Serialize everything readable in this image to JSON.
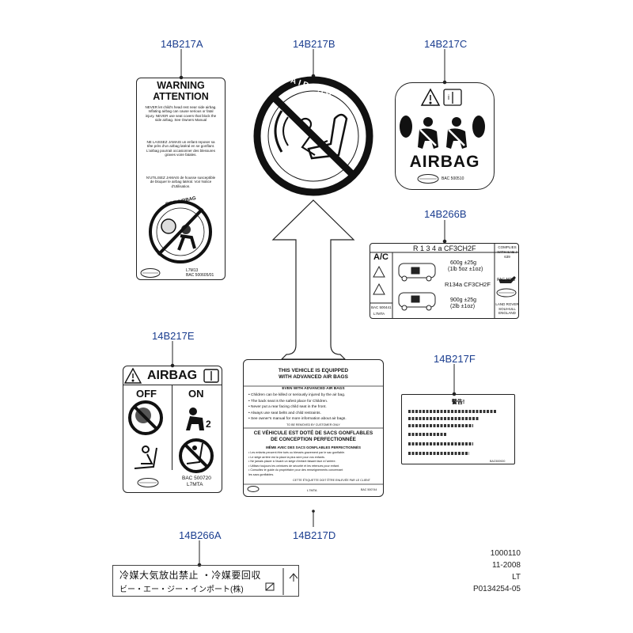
{
  "callouts": {
    "c1": "14B217A",
    "c2": "14B217B",
    "c3": "14B217C",
    "c4": "14B266B",
    "c5": "14B217E",
    "c6": "14B217F",
    "c7": "14B266A",
    "c8": "14B217D"
  },
  "label_a": {
    "title1": "WARNING",
    "title2": "ATTENTION",
    "en": "NEVER let child's head rest near side airbag. Inflating airbag can cause serious or fatal injury. NEVER use seat covers that block the side airbag.  See Owners Manual",
    "fr1": "NE LAISSEZ JAMAIS un enfant reposer sa tête près d'un airbag latéral en se gonflant. L'airbag pourrait occasionner des blessures graves voire fatales.",
    "fr2": "N'UTILISEZ JAMAIS de housse susceptible de bloquer le airbag latéral. Voir Notice d'Utilisation.",
    "ring_text": "SIDE AIRBAG",
    "code1": "L7M13",
    "code2": "BAC 500605/01"
  },
  "label_b": {
    "ring_text": "AIRBAG"
  },
  "label_c": {
    "title": "AIRBAG",
    "code": "BAC 500510"
  },
  "label_266b": {
    "ac": "A/C",
    "refrigerant": "R 1 3 4 a  CF3CH2F",
    "refrigerant2": "R134a  CF3CH2F",
    "amount1a": "600g  ±25g",
    "amount1b": "(1lb  5oz ±1oz)",
    "amount2a": "900g  ±25g",
    "amount2b": "(2lb     ±1oz)",
    "complies": "COMPLIES WITH SAE J 639",
    "pag": "PAG ND 8",
    "maker": "LAND ROVER SOLIHULL ENGLAND",
    "code": "BAC 500441",
    "model": "L7MTA"
  },
  "label_e": {
    "title": "AIRBAG",
    "off": "OFF",
    "on": "ON",
    "two": "2",
    "code1": "BAC  500720",
    "code2": "L7MTA"
  },
  "label_d": {
    "h1": "THIS VEHICLE IS EQUIPPED",
    "h2": "WITH ADVANCED AIR BAGS",
    "sub": "EVEN WITH ADVANCED AIR BAGS",
    "b1": "•  Children can be killed or seriously injured by the  air bag.",
    "b2": "•  The back seat is the safest place for Children.",
    "b3": "•  Never put a rear facing child seat in the front.",
    "b4": "•  Always use seat belts and child restraints.",
    "b5": "•  See owner's manual for more information about air bags.",
    "removed": "TO BE REMOVED BY CUSTOMER ONLY",
    "fh1": "CE VÉHICULE EST DOTÉ DE SACS GONFLABLES",
    "fh2": "DE CONCEPTION PERFECTIONNÉE",
    "fsub": "MÊME AVEC DES SACS GONFLABLES PERFECTIONNÉS",
    "f1": "• Les enfants peuvent être tués ou blessés gravement par le sac gonflable.",
    "f2": "• Le siège arrière est la place la plus sûre pour vos enfants.",
    "f3": "• Ne jamais placer à l'avant un siège d'enfant faisant face à l'arrière.",
    "f4": "• Utilisez toujours les ceintures de sécurité et les retenues pour enfant.",
    "f5": "• Consultez le guide du propriétaire pour des renseignements concernant",
    "f6": "   les sacs gonflables.",
    "fremoved": "CETTE ÉTIQUETTE DOIT ÊTRE ENLEVÉE PAR LE CLIENT",
    "model": "L7MTA",
    "code": "BAC 500744"
  },
  "label_f": {
    "title": "警告!",
    "code": "BAC500920"
  },
  "label_266a": {
    "line1": "冷媒大気放出禁止 ・冷媒要回収",
    "line2": "ビー・エー・ジー・インポート(株)"
  },
  "reference": {
    "line1": "1000110",
    "line2": "11-2008",
    "line3": "LT",
    "line4": "P0134254-05"
  }
}
